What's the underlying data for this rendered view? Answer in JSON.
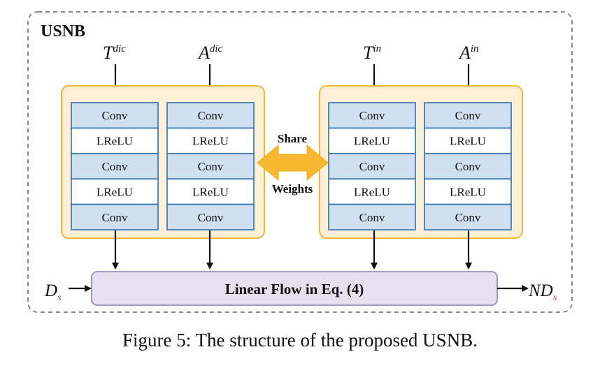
{
  "container_title": "USNB",
  "inputs": {
    "t_dic": {
      "base": "T",
      "sup": "dic"
    },
    "a_dic": {
      "base": "A",
      "sup": "dic"
    },
    "t_in": {
      "base": "T",
      "sup": "in"
    },
    "a_in": {
      "base": "A",
      "sup": "in"
    }
  },
  "layers": [
    "Conv",
    "LReLU",
    "Conv",
    "LReLU",
    "Conv"
  ],
  "share_label_top": "Share",
  "share_label_bottom": "Weights",
  "flow_label": "Linear Flow in Eq. (4)",
  "input_d": {
    "base": "D",
    "sub": "s"
  },
  "output_nd": {
    "base": "ND",
    "sub": "s"
  },
  "caption": "Figure 5: The structure of the proposed USNB.",
  "colors": {
    "container_border": "#888888",
    "group_fill": "#fdf0d6",
    "group_border": "#f2b53a",
    "layer_fill": "#cfe0f0",
    "layer_fill_alt": "#ffffff",
    "layer_border": "#2f6fb0",
    "share_arrow": "#f7b731",
    "flow_fill": "#e6e0ef",
    "flow_border": "#9a8bb8",
    "subscript_red": "#d9302c"
  }
}
